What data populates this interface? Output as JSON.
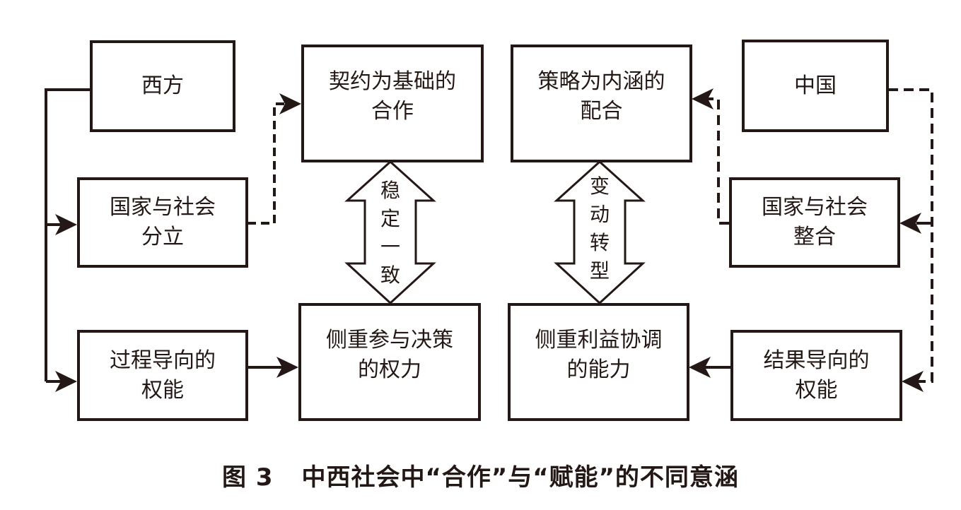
{
  "domain": "Diagram",
  "diagram": {
    "left_group": {
      "origin": "西方",
      "middle": "国家与社会\n分立",
      "bottom": "过程导向的\n权能"
    },
    "center_left": {
      "top": "契约为基础的\n合作",
      "bottom": "侧重参与决策\n的权力",
      "link_label": "稳\n定\n一\n致"
    },
    "center_right": {
      "top": "策略为内涵的\n配合",
      "bottom": "侧重利益协调\n的能力",
      "link_label": "变\n动\n转\n型"
    },
    "right_group": {
      "origin": "中国",
      "middle": "国家与社会\n整合",
      "bottom": "结果导向的\n权能"
    },
    "edges": [
      {
        "from": "西方",
        "to": "国家与社会分立",
        "style": "solid"
      },
      {
        "from": "西方",
        "to": "过程导向的权能",
        "style": "solid"
      },
      {
        "from": "国家与社会分立",
        "to": "契约为基础的合作",
        "style": "dashed"
      },
      {
        "from": "过程导向的权能",
        "to": "侧重参与决策的权力",
        "style": "solid"
      },
      {
        "from": "契约为基础的合作",
        "to": "侧重参与决策的权力",
        "style": "double-arrow",
        "label": "稳定一致"
      },
      {
        "from": "中国",
        "to": "国家与社会整合",
        "style": "dashed"
      },
      {
        "from": "中国",
        "to": "结果导向的权能",
        "style": "dashed"
      },
      {
        "from": "国家与社会整合",
        "to": "策略为内涵的配合",
        "style": "dashed"
      },
      {
        "from": "结果导向的权能",
        "to": "侧重利益协调的能力",
        "style": "solid"
      },
      {
        "from": "策略为内涵的配合",
        "to": "侧重利益协调的能力",
        "style": "double-arrow",
        "label": "变动转型"
      }
    ]
  },
  "caption": {
    "number": "图 3",
    "text": "中西社会中“合作”与“赋能”的不同意涵"
  },
  "colors": {
    "ink": "#231815",
    "background": "#ffffff"
  }
}
